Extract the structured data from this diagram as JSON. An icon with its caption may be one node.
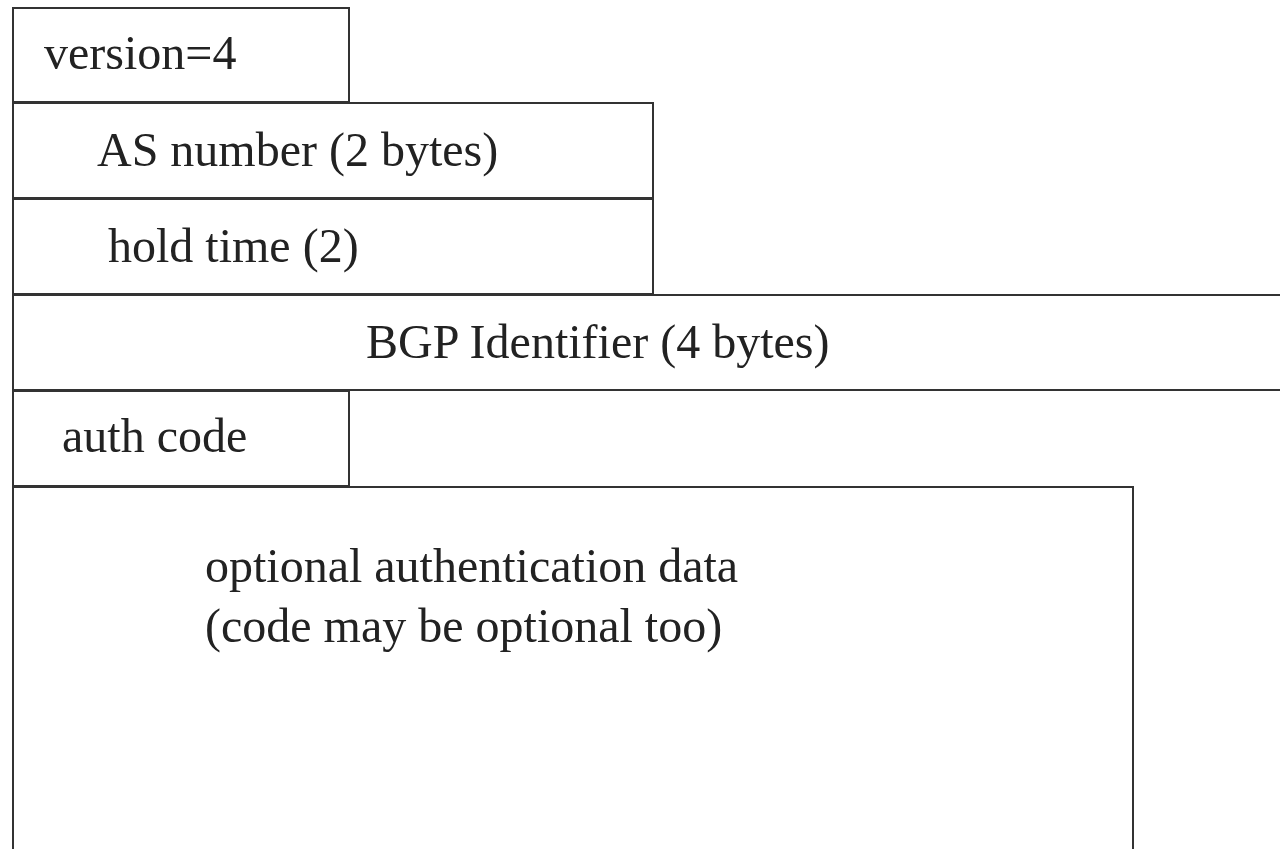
{
  "diagram": {
    "nodes": [
      {
        "text": [
          "version=4"
        ]
      },
      {
        "text": [
          "AS number (2 bytes)"
        ]
      },
      {
        "text": [
          "hold time (2)"
        ]
      },
      {
        "text": [
          "BGP Identifier (4 bytes)"
        ]
      },
      {
        "text": [
          "auth code"
        ]
      },
      {
        "text": [
          "optional authentication data (code may be optional too)"
        ]
      }
    ]
  }
}
